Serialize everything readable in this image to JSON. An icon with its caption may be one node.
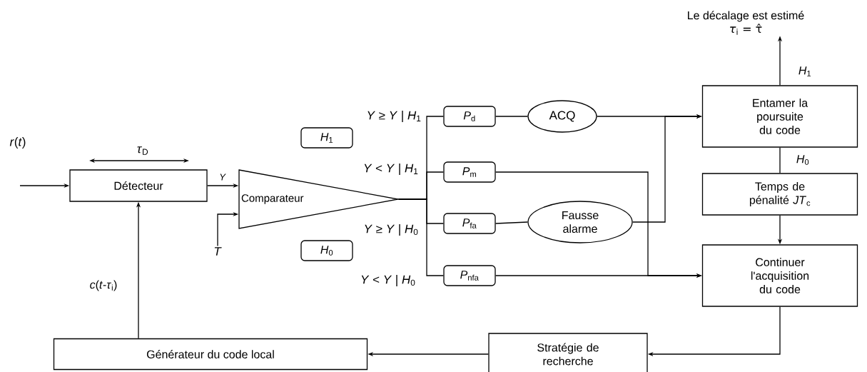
{
  "diagram": {
    "nodes": [
      {
        "text": [
          "Détecteur"
        ]
      },
      {
        "text": [
          "Comparateur"
        ]
      },
      {
        "text": [
          "*P*$_{d}$"
        ]
      },
      {
        "text": [
          "*P*$_{m}$"
        ]
      },
      {
        "text": [
          "*P*$_{fa}$"
        ]
      },
      {
        "text": [
          "*P*$_{nfa}$"
        ]
      },
      {
        "text": [
          "ACQ"
        ]
      },
      {
        "text": [
          "Fausse alarme"
        ]
      },
      {
        "text": [
          "Entamer la poursuite du code"
        ]
      },
      {
        "text": [
          "Temps de pénalité *JT*$_{c}$"
        ]
      },
      {
        "text": [
          "Continuer l'acquisition du code"
        ]
      },
      {
        "text": [
          "Stratégie de recherche"
        ]
      },
      {
        "text": [
          "Générateur du code local"
        ]
      },
      {
        "text": [
          "*H*$_{1}$"
        ]
      },
      {
        "text": [
          "*H*$_{0}$"
        ]
      },
      {
        "text": [
          "Le décalage est estimé",
          "*τ*$_{i}$ = τ̂"
        ]
      },
      {
        "text": [
          "*T*"
        ]
      }
    ],
    "edges": [
      {
        "from": null,
        "to": 0,
        "arrow": "to"
      },
      {
        "from": 0,
        "to": 1,
        "arrow": "to",
        "label": "*Y*"
      },
      {
        "from": 16,
        "to": 1,
        "arrow": "to"
      },
      {
        "from": 1,
        "to": 2,
        "arrow": "none"
      },
      {
        "from": 1,
        "to": 3,
        "arrow": "none"
      },
      {
        "from": 1,
        "to": 4,
        "arrow": "none"
      },
      {
        "from": 1,
        "to": 5,
        "arrow": "none"
      },
      {
        "from": 2,
        "to": 6,
        "arrow": "none"
      },
      {
        "from": 6,
        "to": 8,
        "arrow": "to"
      },
      {
        "from": 4,
        "to": 7,
        "arrow": "none"
      },
      {
        "from": 7,
        "to": 8,
        "arrow": "to"
      },
      {
        "from": 3,
        "to": 10,
        "arrow": "to"
      },
      {
        "from": 5,
        "to": 10,
        "arrow": "to"
      },
      {
        "from": 8,
        "to": 15,
        "arrow": "to",
        "label": "*H*$_{1}$"
      },
      {
        "from": 8,
        "to": 9,
        "arrow": "none",
        "label": "*H*$_{0}$"
      },
      {
        "from": 9,
        "to": 10,
        "arrow": "to"
      },
      {
        "from": 10,
        "to": 11,
        "arrow": "to"
      },
      {
        "from": 11,
        "to": 12,
        "arrow": "to"
      },
      {
        "from": 12,
        "to": 0,
        "arrow": "to",
        "label": "*c*(*t*-*τ*$_{i}$)"
      }
    ],
    "labels": [
      "*r*(*t*)",
      "*τ*$_{D}$",
      "*Y* ≥ *Y* | *H*$_{1}$",
      "*Y* < *Y* | *H*$_{1}$",
      "*Y* ≥ *Y* | *H*$_{0}$",
      "*Y* < *Y* | *H*$_{0}$"
    ]
  }
}
